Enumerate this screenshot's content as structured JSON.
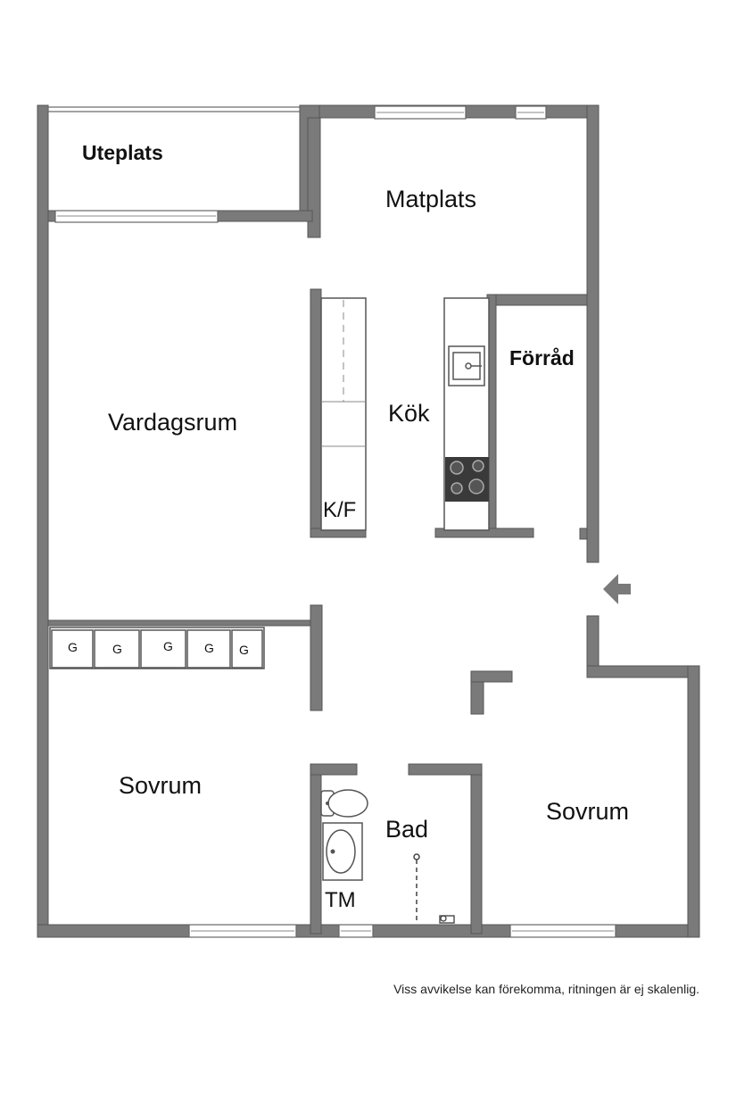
{
  "rooms": {
    "uteplats": "Uteplats",
    "matplats": "Matplats",
    "forrad": "Förråd",
    "kok": "Kök",
    "vardagsrum": "Vardagsrum",
    "kf": "K/F",
    "sovrum_left": "Sovrum",
    "sovrum_right": "Sovrum",
    "bad": "Bad",
    "tm": "TM"
  },
  "wardrobes": [
    "G",
    "G",
    "G",
    "G",
    "G"
  ],
  "disclaimer": "Viss avvikelse kan förekomma, ritningen är ej skalenlig.",
  "colors": {
    "wall": "#7a7a7a",
    "stove": "#3a3a3a",
    "background": "#ffffff"
  }
}
